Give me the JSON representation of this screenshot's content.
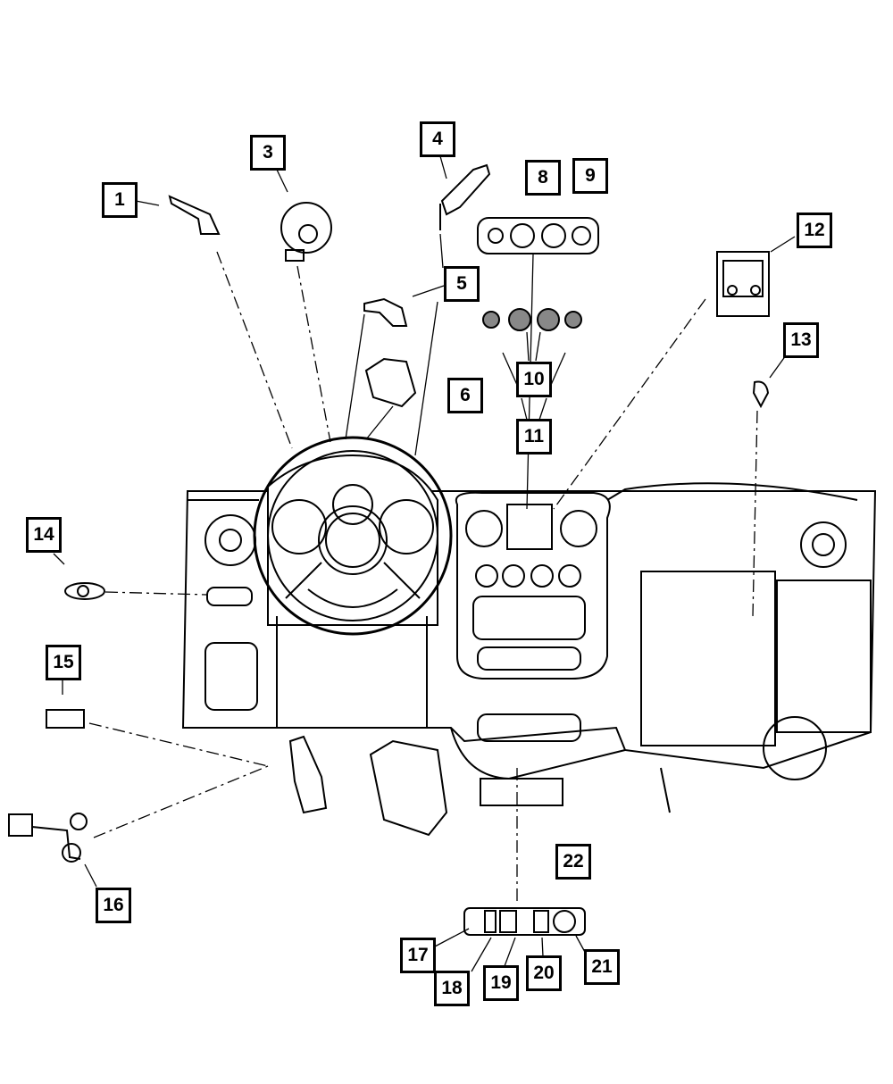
{
  "diagram": {
    "callouts": [
      "1",
      "3",
      "4",
      "8",
      "9",
      "12",
      "5",
      "10",
      "6",
      "11",
      "13",
      "14",
      "15",
      "22",
      "16",
      "17",
      "18",
      "19",
      "20",
      "21"
    ],
    "line_color": "#000000",
    "background": "#ffffff"
  }
}
